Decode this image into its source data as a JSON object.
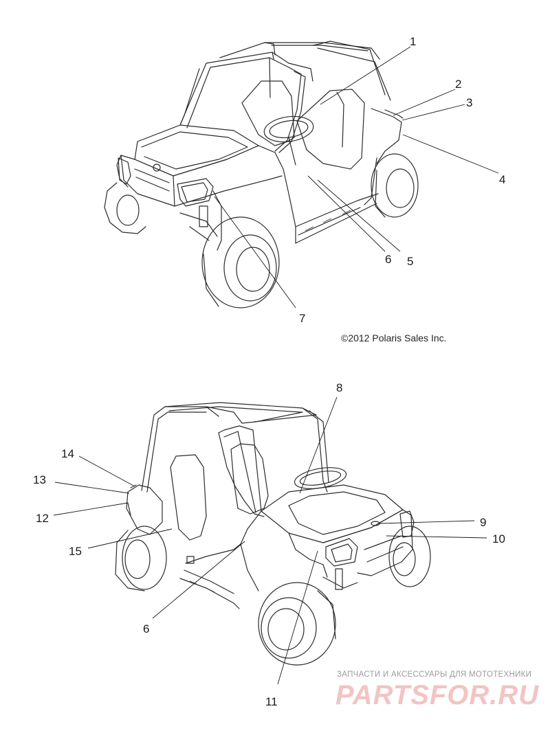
{
  "copyright": "©2012 Polaris Sales Inc.",
  "callouts": {
    "c1": "1",
    "c2": "2",
    "c3": "3",
    "c4": "4",
    "c5": "5",
    "c6_top": "6",
    "c7": "7",
    "c8": "8",
    "c9": "9",
    "c10": "10",
    "c11": "11",
    "c12": "12",
    "c13": "13",
    "c14": "14",
    "c15": "15",
    "c6_bottom": "6"
  },
  "watermark": {
    "tagline": "ЗАПЧАСТИ И АКСЕССУАРЫ ДЛЯ МОТОТЕХНИКИ",
    "logo": "PARTSFOR.RU"
  },
  "colors": {
    "line": "#2a2a2a",
    "watermark": "#f2c4c4"
  }
}
